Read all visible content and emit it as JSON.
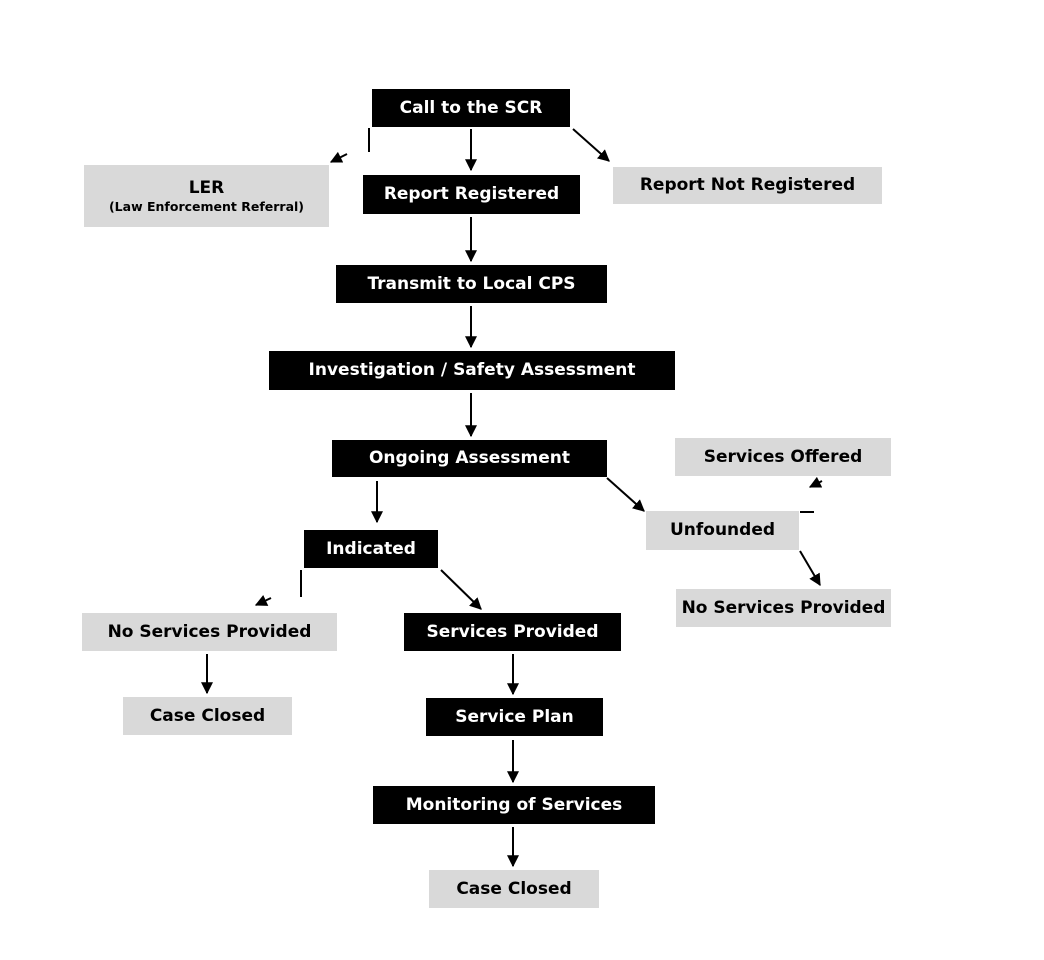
{
  "colors": {
    "dark_box": "#000000",
    "dark_text": "#ffffff",
    "light_box": "#d9d9d9",
    "light_text": "#000000",
    "arrow": "#000000"
  },
  "nodes": {
    "call": "Call to the SCR",
    "ler": "LER",
    "ler_sub": "(Law Enforcement Referral)",
    "report_registered": "Report Registered",
    "report_not_registered": "Report Not Registered",
    "transmit": "Transmit to Local CPS",
    "investigation": "Investigation / Safety Assessment",
    "ongoing": "Ongoing Assessment",
    "services_offered": "Services Offered",
    "unfounded": "Unfounded",
    "indicated": "Indicated",
    "no_services_right": "No Services Provided",
    "no_services_left": "No Services Provided",
    "services_provided": "Services Provided",
    "case_closed_left": "Case Closed",
    "service_plan": "Service Plan",
    "monitoring": "Monitoring of Services",
    "case_closed_center": "Case Closed"
  },
  "edges": [
    [
      "call",
      "ler"
    ],
    [
      "call",
      "report_registered"
    ],
    [
      "call",
      "report_not_registered"
    ],
    [
      "report_registered",
      "transmit"
    ],
    [
      "transmit",
      "investigation"
    ],
    [
      "investigation",
      "ongoing"
    ],
    [
      "ongoing",
      "indicated"
    ],
    [
      "ongoing",
      "unfounded"
    ],
    [
      "unfounded",
      "services_offered"
    ],
    [
      "unfounded",
      "no_services_right"
    ],
    [
      "indicated",
      "no_services_left"
    ],
    [
      "indicated",
      "services_provided"
    ],
    [
      "no_services_left",
      "case_closed_left"
    ],
    [
      "services_provided",
      "service_plan"
    ],
    [
      "service_plan",
      "monitoring"
    ],
    [
      "monitoring",
      "case_closed_center"
    ]
  ]
}
